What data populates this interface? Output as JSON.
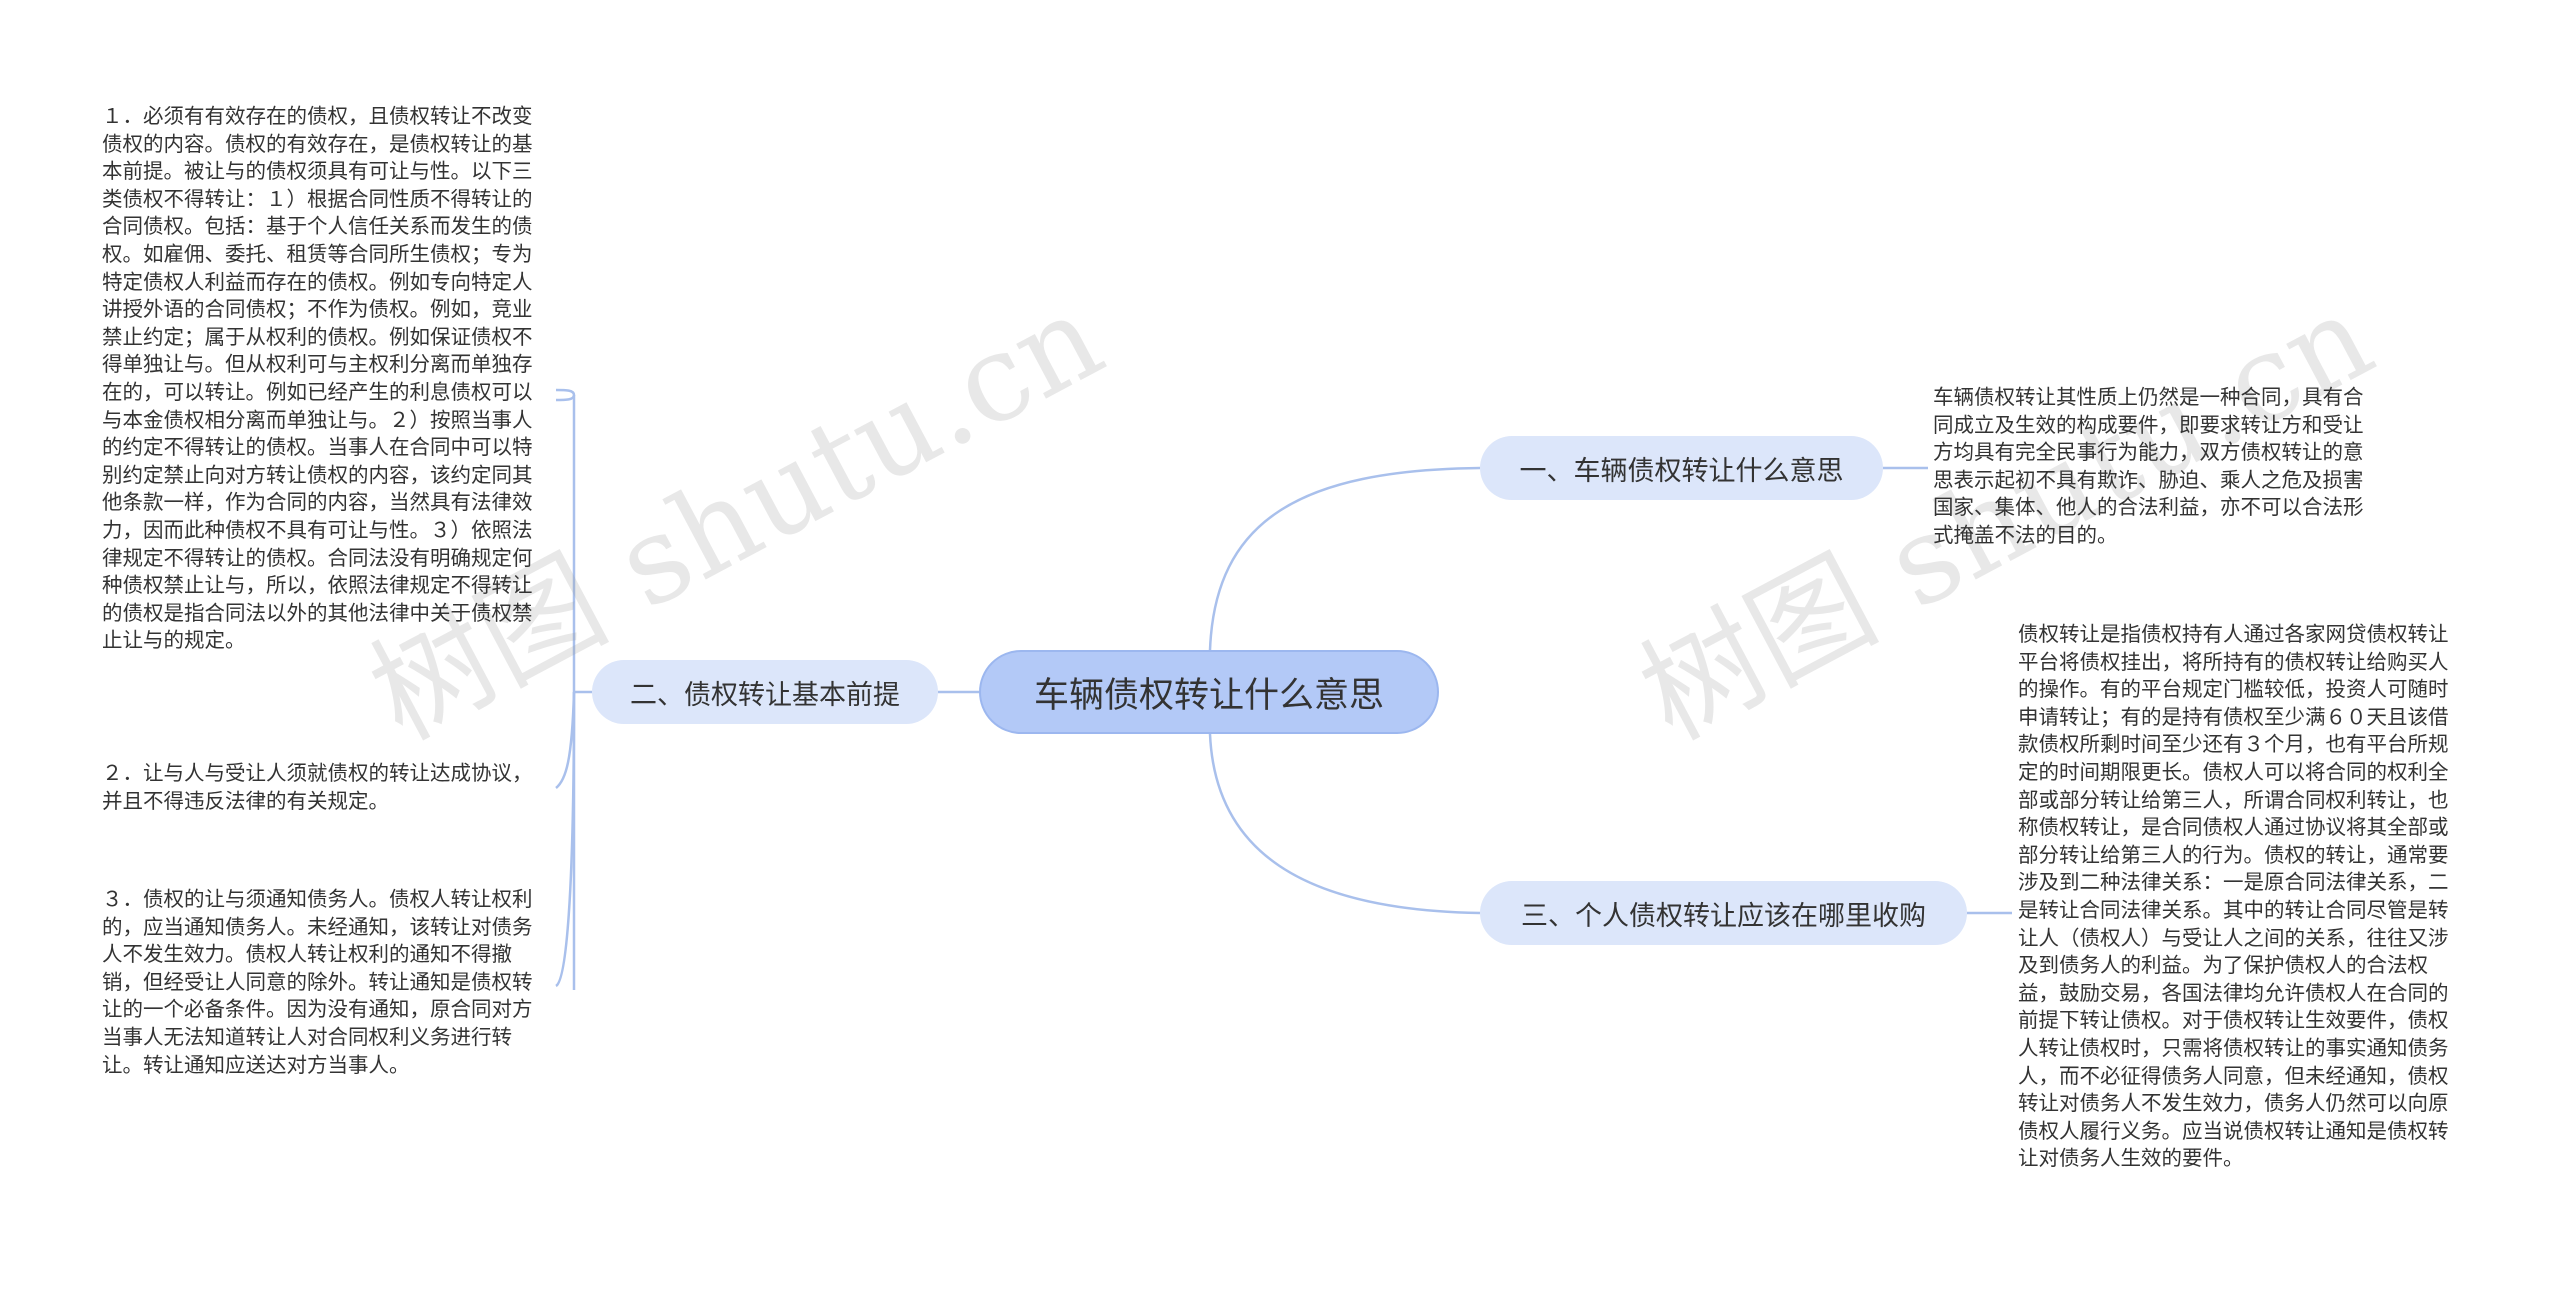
{
  "root": {
    "label": "车辆债权转让什么意思"
  },
  "branches": [
    {
      "label": "一、车辆债权转让什么意思"
    },
    {
      "label": "二、债权转让基本前提"
    },
    {
      "label": "三、个人债权转让应该在哪里收购"
    }
  ],
  "leaves": {
    "b1": [
      "车辆债权转让其性质上仍然是一种合同，具有合同成立及生效的构成要件，即要求转让方和受让方均具有完全民事行为能力，双方债权转让的意思表示起初不具有欺诈、胁迫、乘人之危及损害国家、集体、他人的合法利益，亦不可以合法形式掩盖不法的目的。"
    ],
    "b2": [
      "１．必须有有效存在的债权，且债权转让不改变债权的内容。债权的有效存在，是债权转让的基本前提。被让与的债权须具有可让与性。以下三类债权不得转让：１）根据合同性质不得转让的合同债权。包括：基于个人信任关系而发生的债权。如雇佣、委托、租赁等合同所生债权；专为特定债权人利益而存在的债权。例如专向特定人讲授外语的合同债权；不作为债权。例如，竞业禁止约定；属于从权利的债权。例如保证债权不得单独让与。但从权利可与主权利分离而单独存在的，可以转让。例如已经产生的利息债权可以与本金债权相分离而单独让与。２）按照当事人的约定不得转让的债权。当事人在合同中可以特别约定禁止向对方转让债权的内容，该约定同其他条款一样，作为合同的内容，当然具有法律效力，因而此种债权不具有可让与性。３）依照法律规定不得转让的债权。合同法没有明确规定何种债权禁止让与，所以，依照法律规定不得转让的债权是指合同法以外的其他法律中关于债权禁止让与的规定。",
      "２．让与人与受让人须就债权的转让达成协议，并且不得违反法律的有关规定。",
      "３．债权的让与须通知债务人。债权人转让权利的，应当通知债务人。未经通知，该转让对债务人不发生效力。债权人转让权利的通知不得撤销，但经受让人同意的除外。转让通知是债权转让的一个必备条件。因为没有通知，原合同对方当事人无法知道转让人对合同权利义务进行转让。转让通知应送达对方当事人。"
    ],
    "b3": [
      "债权转让是指债权持有人通过各家网贷债权转让平台将债权挂出，将所持有的债权转让给购买人的操作。有的平台规定门槛较低，投资人可随时申请转让；有的是持有债权至少满６０天且该借款债权所剩时间至少还有３个月，也有平台所规定的时间期限更长。债权人可以将合同的权利全部或部分转让给第三人，所谓合同权利转让，也称债权转让，是合同债权人通过协议将其全部或部分转让给第三人的行为。债权的转让，通常要涉及到二种法律关系：一是原合同法律关系，二是转让合同法律关系。其中的转让合同尽管是转让人（债权人）与受让人之间的关系，往往又涉及到债务人的利益。为了保护债权人的合法权益，鼓励交易，各国法律均允许债权人在合同的前提下转让债权。对于债权转让生效要件，债权人转让债权时，只需将债权转让的事实通知债务人，而不必征得债务人同意，但未经通知，债权转让对债务人不发生效力，债务人仍然可以向原债权人履行义务。应当说债权转让通知是债权转让对债务人生效的要件。"
    ]
  },
  "watermarks": [
    "树图 shutu.cn",
    "树图 shutu.cn"
  ],
  "colors": {
    "root_fill": "#b3c9f7",
    "branch_fill": "#dce6fa",
    "link": "#a9c0ec"
  }
}
